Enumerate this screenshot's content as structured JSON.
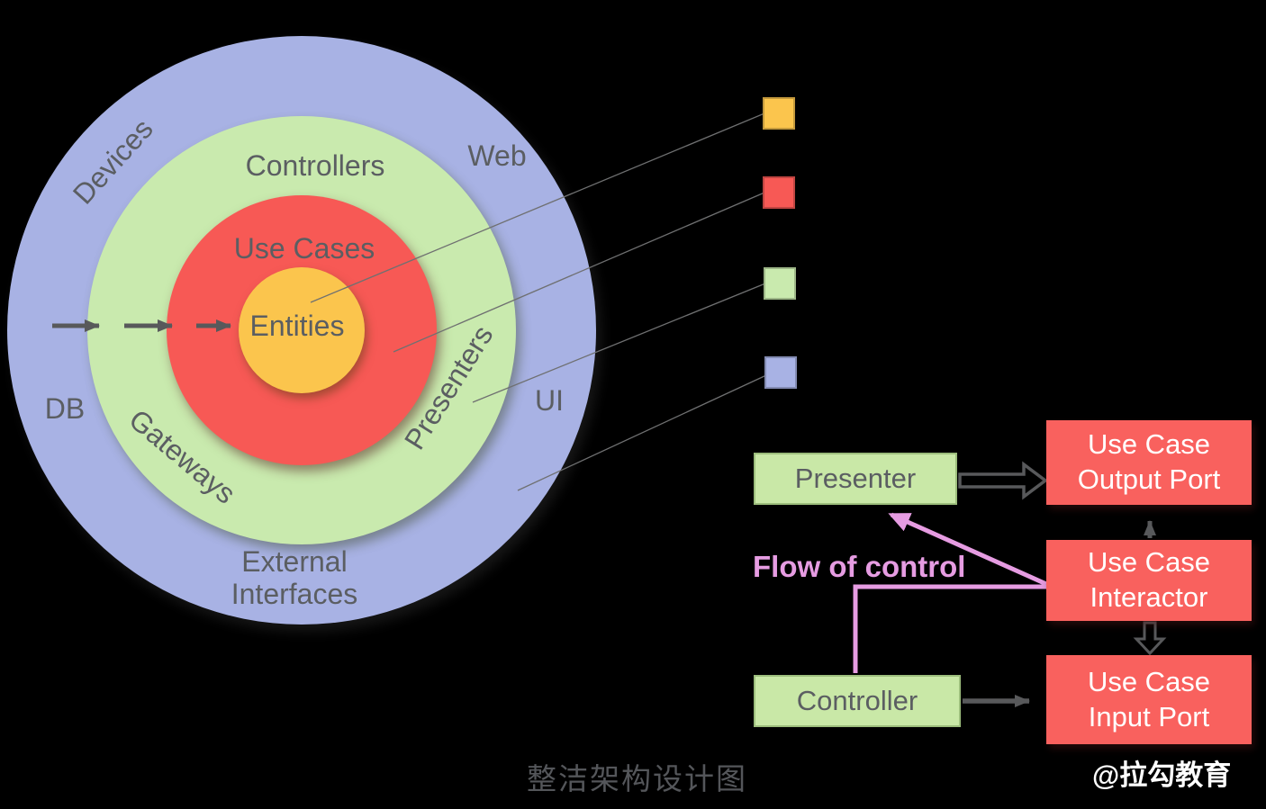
{
  "caption": "整洁架构设计图",
  "watermark": "@拉勾教育",
  "rings": {
    "devices": "Devices",
    "web": "Web",
    "controllers": "Controllers",
    "use_cases": "Use Cases",
    "entities": "Entities",
    "presenters": "Presenters",
    "gateways": "Gateways",
    "db": "DB",
    "ui": "UI",
    "external_line1": "External",
    "external_line2": "Interfaces"
  },
  "legend": [
    {
      "name": "entities-layer",
      "color": "#fbc54d"
    },
    {
      "name": "use-cases-layer",
      "color": "#f75955"
    },
    {
      "name": "interface-adapters-layer",
      "color": "#c9eaae"
    },
    {
      "name": "frameworks-drivers-layer",
      "color": "#a8b2e4"
    }
  ],
  "flow": {
    "presenter": "Presenter",
    "controller": "Controller",
    "flow_of_control": "Flow of control",
    "output_port": {
      "line1": "Use Case",
      "line2": "Output Port"
    },
    "interactor": {
      "line1": "Use Case",
      "line2": "Interactor"
    },
    "input_port": {
      "line1": "Use Case",
      "line2": "Input Port"
    }
  },
  "colors": {
    "ring_external": "#a8b2e4",
    "ring_adapters": "#c9eaae",
    "ring_use_cases": "#f75955",
    "ring_entities": "#fbc54d",
    "box_green": "#c9e8a7",
    "box_red": "#f9615e",
    "arrow_gray": "#58595b",
    "connector_gray": "#6f7071",
    "flow_pink": "#e69ce2",
    "label_gray": "#5b5e62",
    "background": "#000000"
  }
}
